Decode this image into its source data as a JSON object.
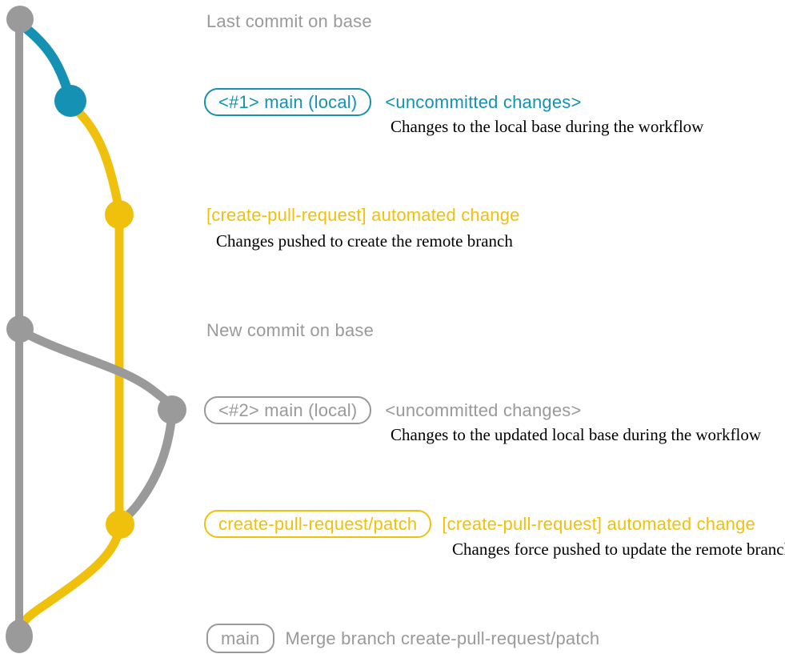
{
  "colors": {
    "gray": "#9a9a9a",
    "blue": "#1592b3",
    "yellow": "#f0c10c",
    "ink": "#000000",
    "background": "#ffffff"
  },
  "graph": {
    "nodes": [
      {
        "id": "last-commit-on-base",
        "color": "gray"
      },
      {
        "id": "main-local-1",
        "color": "blue"
      },
      {
        "id": "automated-change-1",
        "color": "yellow"
      },
      {
        "id": "new-commit-on-base",
        "color": "gray"
      },
      {
        "id": "main-local-2",
        "color": "gray"
      },
      {
        "id": "automated-change-2",
        "color": "yellow"
      },
      {
        "id": "merge-commit",
        "color": "gray"
      }
    ]
  },
  "annotations": {
    "row1": {
      "label": "Last commit on base"
    },
    "row2": {
      "badge": "<#1> main (local)",
      "status": "<uncommitted changes>",
      "caption": "Changes to the local base during the workflow"
    },
    "row3": {
      "label": "[create-pull-request] automated change",
      "caption": "Changes pushed to create the remote branch"
    },
    "row4": {
      "label": "New commit on base"
    },
    "row5": {
      "badge": "<#2> main (local)",
      "status": "<uncommitted changes>",
      "caption": "Changes to the updated local base during the workflow"
    },
    "row6": {
      "badge": "create-pull-request/patch",
      "label": "[create-pull-request] automated change",
      "caption": "Changes force pushed to update the remote branch"
    },
    "row7": {
      "badge": "main",
      "label": "Merge branch create-pull-request/patch"
    }
  }
}
